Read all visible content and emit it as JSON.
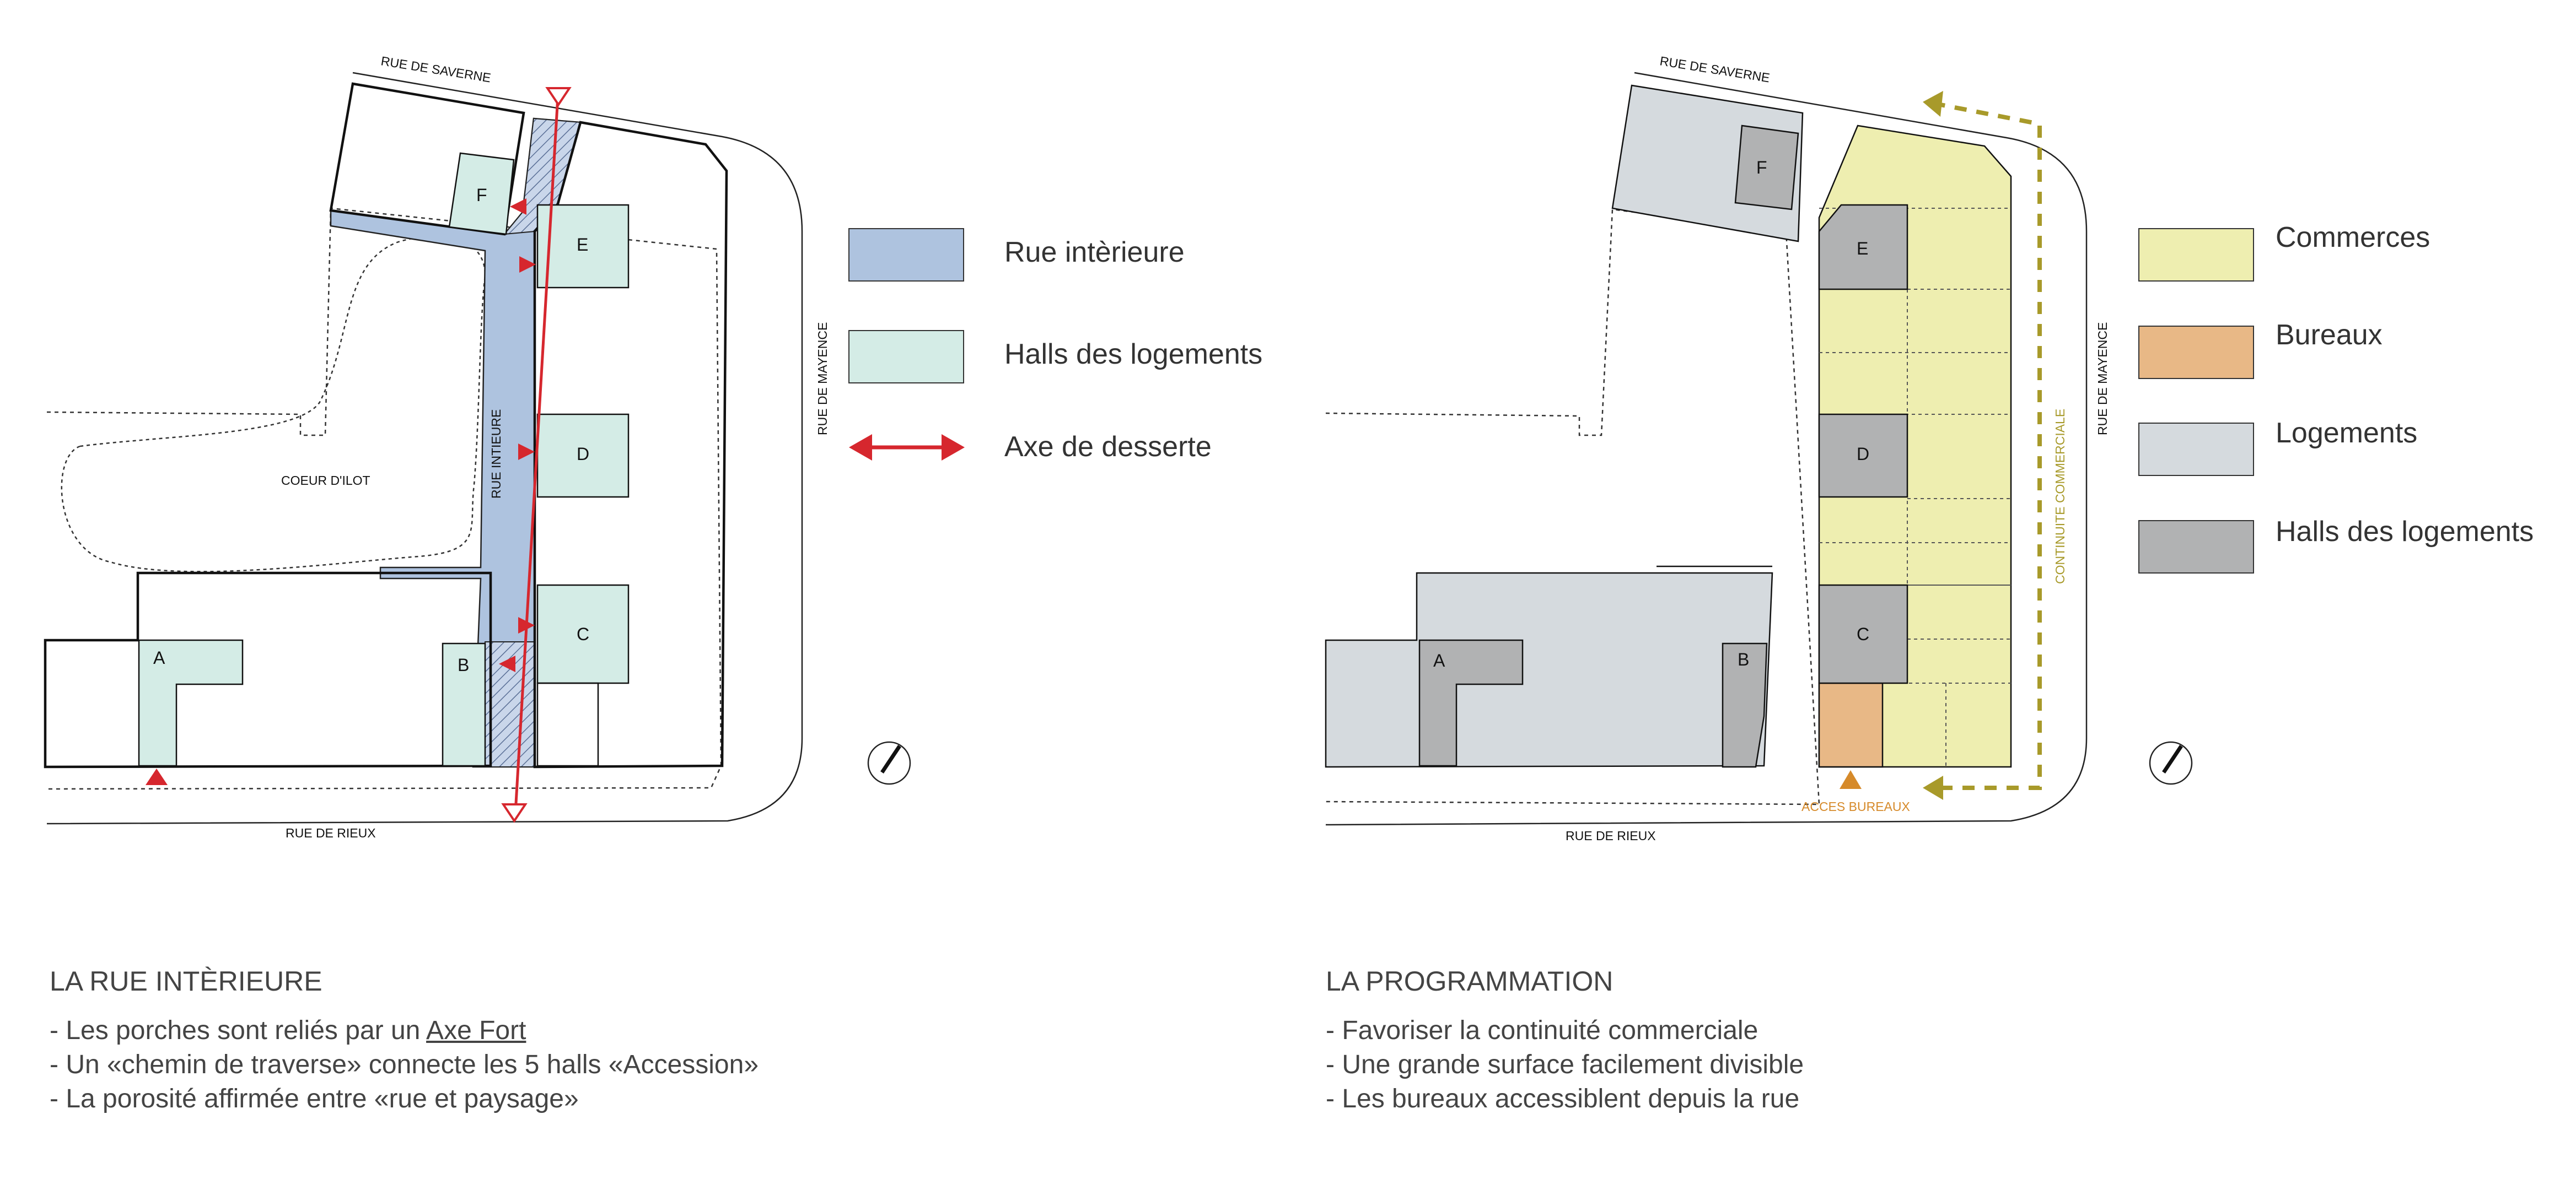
{
  "left_plan": {
    "streets": {
      "north": "RUE DE SAVERNE",
      "east": "RUE DE MAYENCE",
      "south": "RUE DE RIEUX",
      "inner": "RUE INTIEURE"
    },
    "courtyard": "COEUR D'ILOT",
    "halls": [
      "A",
      "B",
      "C",
      "D",
      "E",
      "F"
    ],
    "legend": [
      {
        "label": "Rue intèrieure",
        "color": "#aec3df"
      },
      {
        "label": "Halls des logements",
        "color": "#d4ece6"
      },
      {
        "label": "Axe de desserte",
        "color": "#d6272e"
      }
    ]
  },
  "right_plan": {
    "streets": {
      "north": "RUE DE SAVERNE",
      "east": "RUE DE MAYENCE",
      "south": "RUE DE RIEUX"
    },
    "commercial_continuity": "CONTINUITE COMMERCIALE",
    "office_access": "ACCES BUREAUX",
    "halls": [
      "A",
      "B",
      "C",
      "D",
      "E",
      "F"
    ],
    "legend": [
      {
        "label": "Commerces",
        "color": "#eeeeb0"
      },
      {
        "label": "Bureaux",
        "color": "#e8b886"
      },
      {
        "label": "Logements",
        "color": "#d5dade"
      },
      {
        "label": "Halls des logements",
        "color": "#b1b2b3"
      }
    ]
  },
  "captions": {
    "left": {
      "title": "LA RUE INTÈRIEURE",
      "line1_prefix": "- Les porches sont reliés par un ",
      "line1_link": "Axe Fort",
      "line2": "- Un «chemin de traverse» connecte les 5 halls «Accession»",
      "line3": "- La porosité affirmée entre «rue et paysage»"
    },
    "right": {
      "title": "LA PROGRAMMATION",
      "line1": "- Favoriser la continuité commerciale",
      "line2": "- Une grande surface facilement divisible",
      "line3": "- Les bureaux accessiblent depuis la rue"
    }
  },
  "colors": {
    "axis_red": "#d6272e",
    "continuity_olive": "#a89a2a",
    "office_orange": "#d68a2a",
    "line": "#222222"
  }
}
